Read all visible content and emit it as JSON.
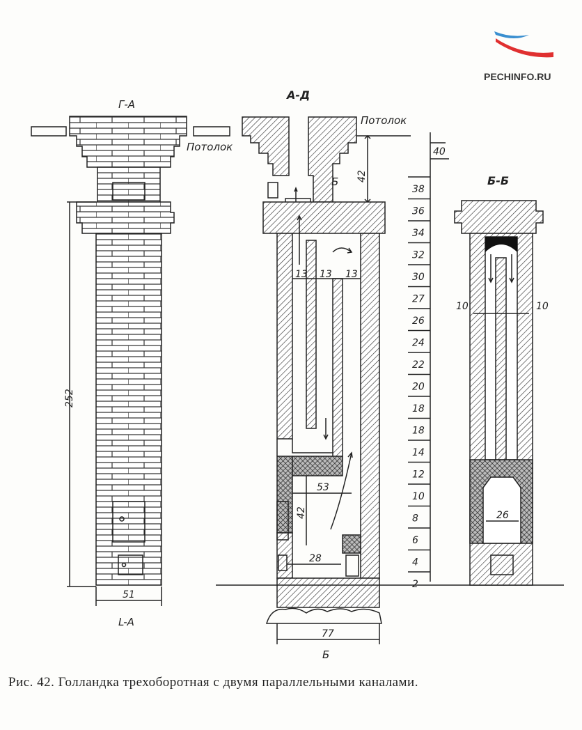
{
  "logo": {
    "text": "PECHINFO.RU",
    "colors": {
      "blue": "#3a8fd0",
      "red": "#e03030"
    }
  },
  "elevation": {
    "section_mark_top": "Г-А",
    "section_mark_bottom": "L-А",
    "ceiling_label": "Потолок",
    "height_dim": "252",
    "width_dim": "51"
  },
  "section_ad": {
    "title": "А-Д",
    "ceiling_label": "Потолок",
    "dim_top": "42",
    "mark_b_top": "Б",
    "mark_b_bottom": "Б",
    "channel_widths": [
      "13",
      "13",
      "13"
    ],
    "firebox_width": "53",
    "firebox_height": "42",
    "ashpit_width": "28",
    "base_width": "77"
  },
  "scale": {
    "rows": [
      "40",
      "38",
      "36",
      "34",
      "32",
      "30",
      "27",
      "26",
      "24",
      "22",
      "20",
      "18",
      "18",
      "14",
      "12",
      "10",
      "8",
      "6",
      "4",
      "2"
    ]
  },
  "section_bb": {
    "title": "Б-Б",
    "wall_left": "10",
    "wall_right": "10",
    "firebox_width": "26"
  },
  "caption": "Рис. 42. Голландка трехоборотная с двумя параллельными каналами."
}
